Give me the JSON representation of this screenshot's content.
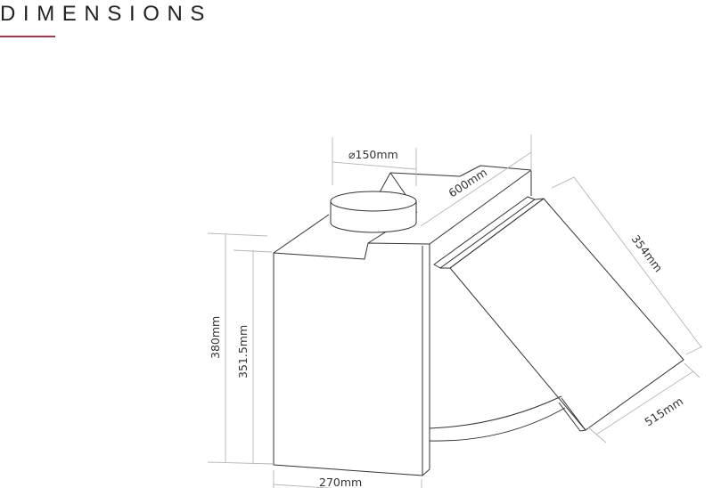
{
  "header": {
    "title": "DIMENSIONS",
    "accent_color": "#a33a45"
  },
  "diagram": {
    "labels": {
      "duct_diameter": "⌀150mm",
      "width": "600mm",
      "visor_depth": "354mm",
      "extended_depth": "515mm",
      "total_height": "380mm",
      "body_height": "351.5mm",
      "body_depth": "270mm"
    }
  }
}
